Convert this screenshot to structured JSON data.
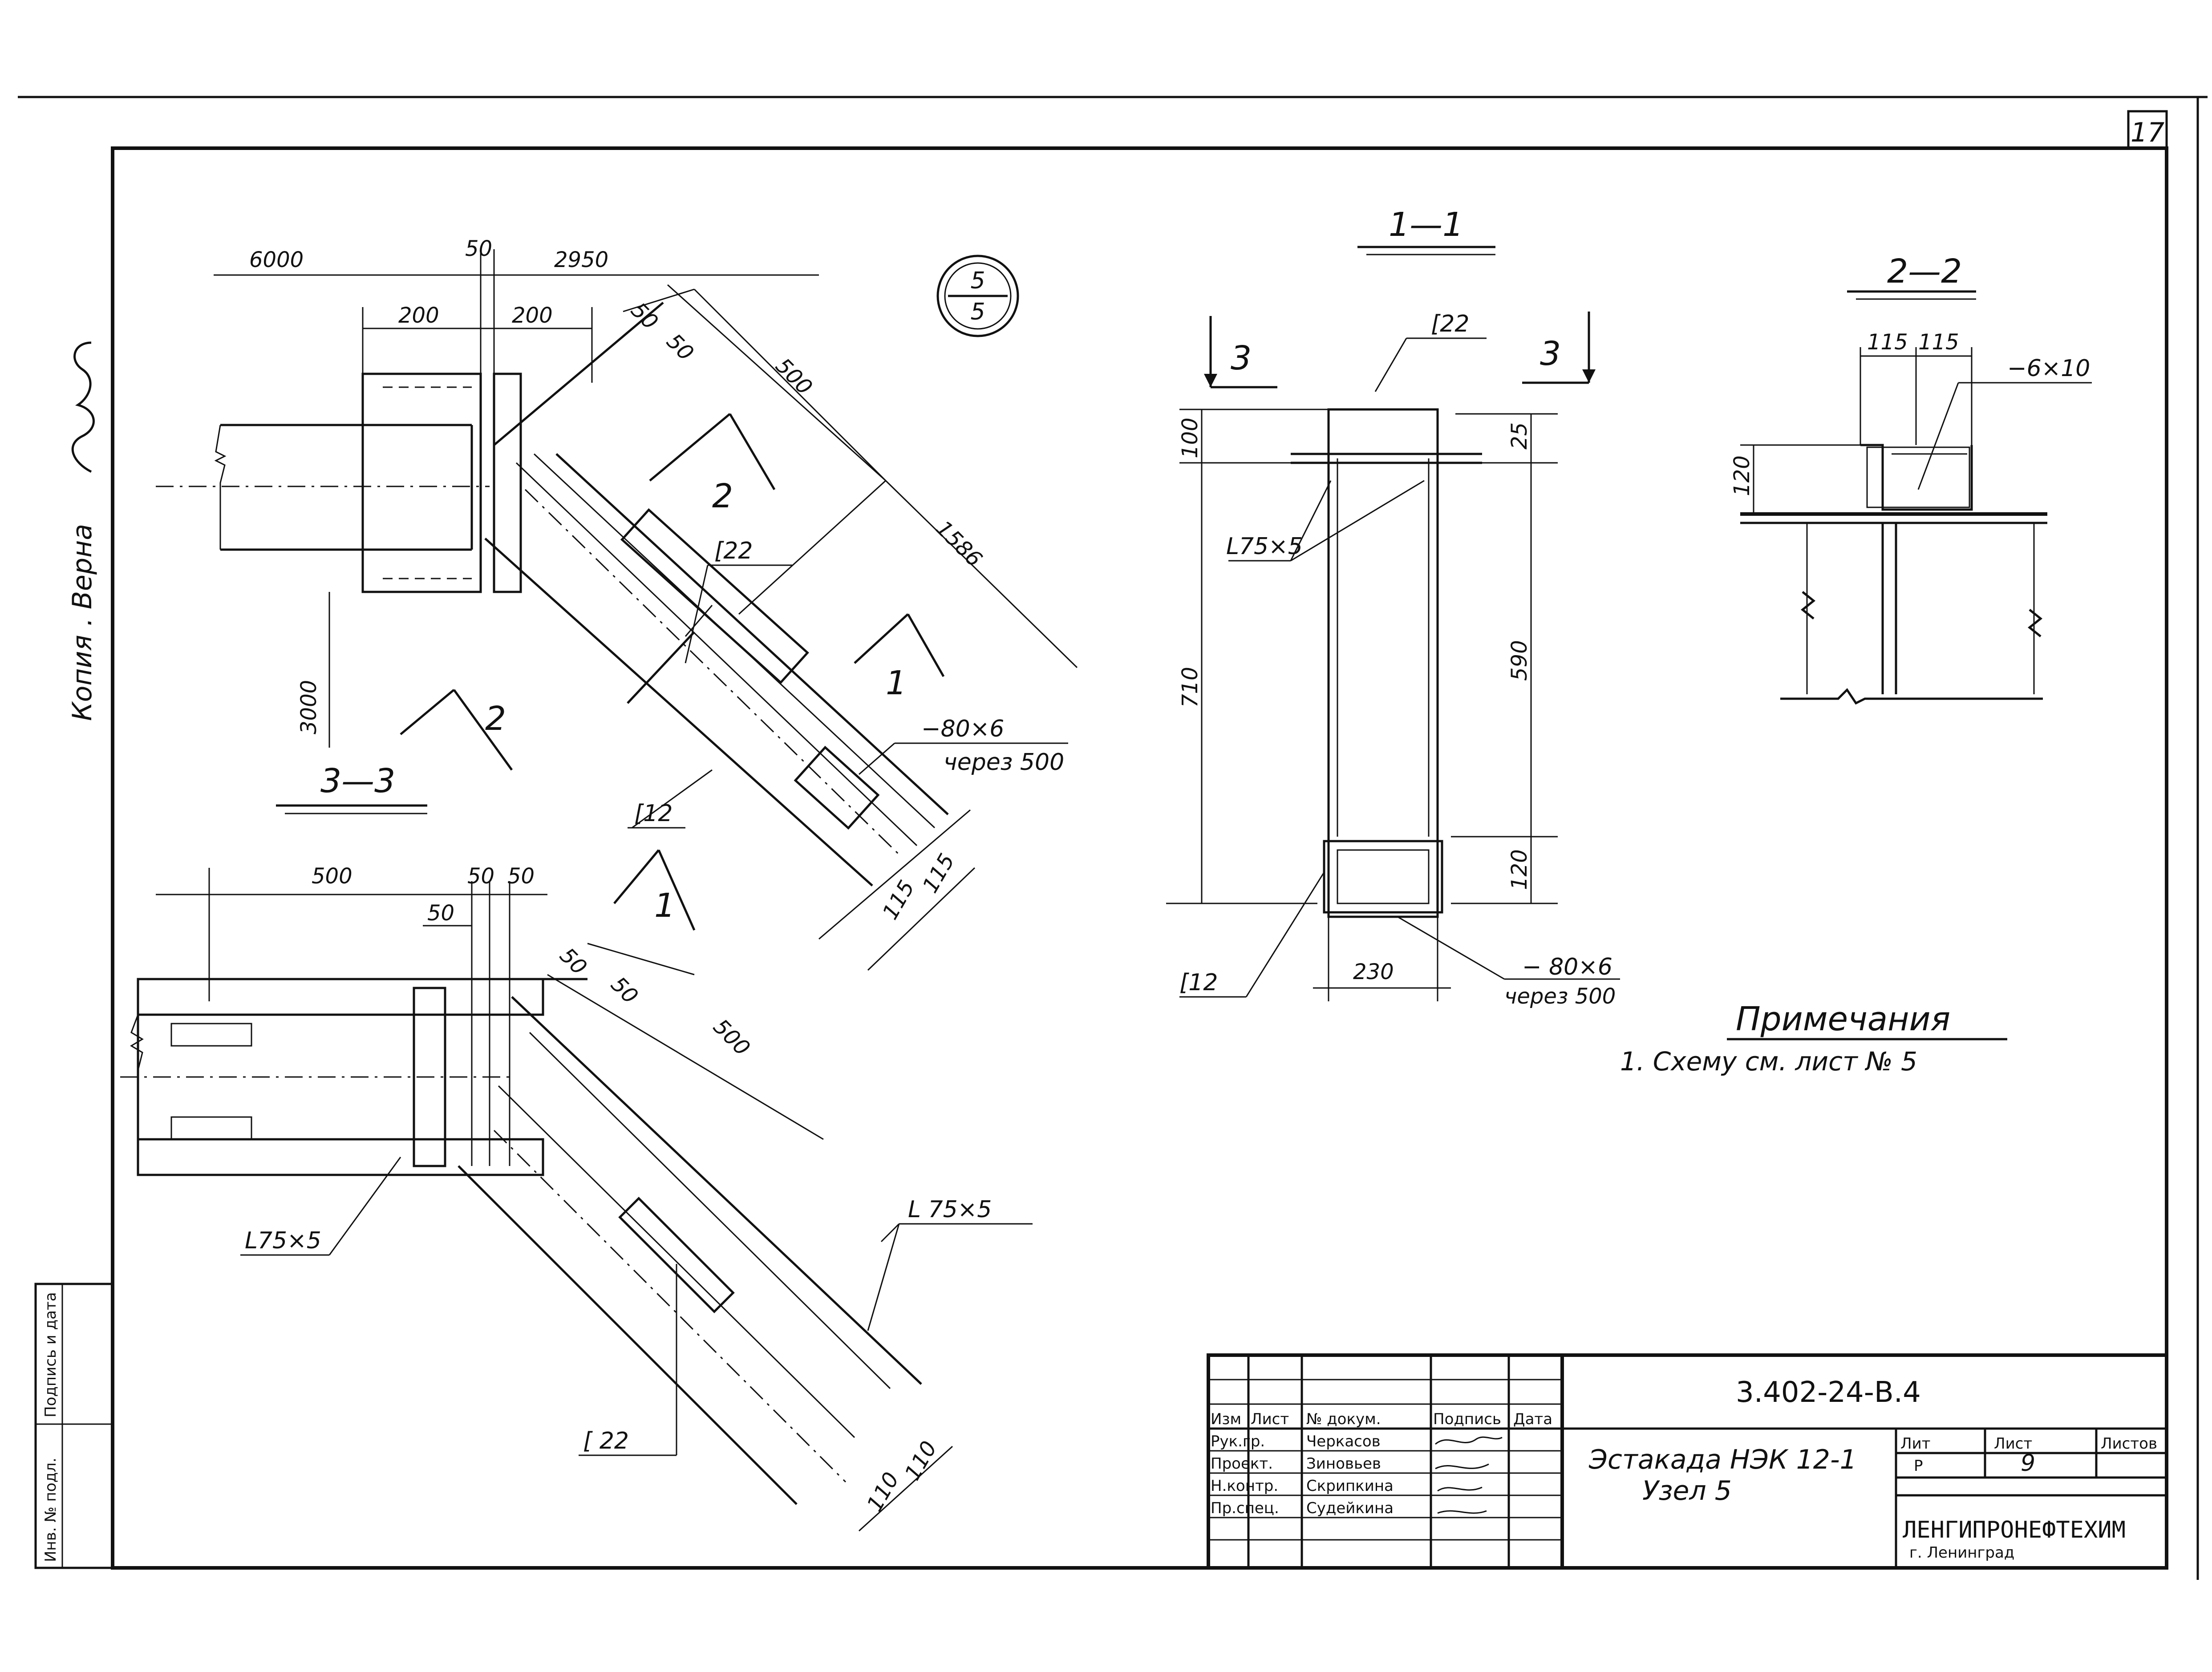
{
  "sheet": {
    "page_number": "17",
    "copy_stamp": "Копия . Верна",
    "copy_signature": "Кузоч",
    "node_marker": {
      "top": "5",
      "bottom": "5"
    }
  },
  "views": {
    "plan": {
      "dims": [
        "6000",
        "50",
        "2950",
        "200",
        "200",
        "50",
        "50",
        "500",
        "1586",
        "3000",
        "115",
        "115"
      ],
      "section_marks": [
        "2",
        "2",
        "1",
        "1"
      ],
      "labels": {
        "c22": "[22",
        "c12": "[12",
        "plate": "−80×6",
        "plate_step": "через 500"
      }
    },
    "section_3_3": {
      "title": "3—3",
      "dims": [
        "500",
        "50",
        "50",
        "50",
        "50",
        "50",
        "500",
        "110",
        "110"
      ],
      "labels": {
        "angle_left": "L75×5",
        "angle_right": "L 75×5",
        "c22": "[ 22"
      }
    },
    "section_1_1": {
      "title": "1—1",
      "section_marks": [
        "3",
        "3"
      ],
      "dims": [
        "100",
        "25",
        "710",
        "590",
        "120",
        "230"
      ],
      "labels": {
        "c22": "[22",
        "angle": "L75×5",
        "c12": "[12",
        "plate": "− 80×6",
        "plate_step": "через 500"
      }
    },
    "section_2_2": {
      "title": "2—2",
      "dims": [
        "115",
        "115",
        "120"
      ],
      "labels": {
        "plate": "−6×10"
      }
    }
  },
  "notes": {
    "heading": "Примечания",
    "items": [
      "1. Схему см. лист № 5"
    ]
  },
  "title_block": {
    "doc_code": "3.402-24-В.4",
    "object_title": "Эстакада НЭК 12-1",
    "sheet_subject": "Узел 5",
    "column_headers": [
      "Изм",
      "Лист",
      "№ докум.",
      "Подпись",
      "Дата"
    ],
    "signatures": [
      {
        "role": "Рук.гр.",
        "name": "Черкасов"
      },
      {
        "role": "Проект.",
        "name": "Зиновьев"
      },
      {
        "role": "Н.контр.",
        "name": "Скрипкина"
      },
      {
        "role": "Пр.спец.",
        "name": "Судейкина"
      }
    ],
    "stage_label": "Лит",
    "sheet_label": "Лист",
    "sheets_label": "Листов",
    "stage": "Р",
    "sheet": "9",
    "organization": "ЛЕНГИПРОНЕФТЕХИМ",
    "city": "г. Ленинград"
  },
  "side_stamp": {
    "cols": [
      "Инв. № подл.",
      "Подпись и дата"
    ]
  }
}
